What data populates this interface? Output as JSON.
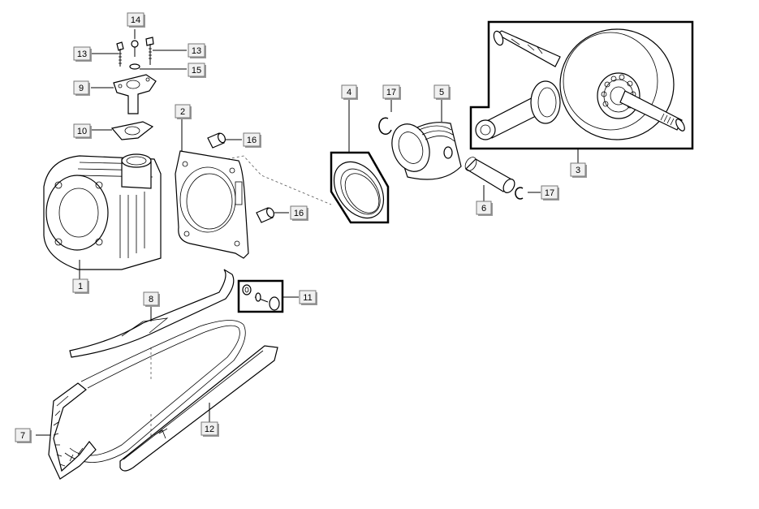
{
  "diagram": {
    "callouts": [
      {
        "id": "1",
        "label": "1"
      },
      {
        "id": "2",
        "label": "2"
      },
      {
        "id": "3",
        "label": "3"
      },
      {
        "id": "4",
        "label": "4"
      },
      {
        "id": "5",
        "label": "5"
      },
      {
        "id": "6",
        "label": "6"
      },
      {
        "id": "7",
        "label": "7"
      },
      {
        "id": "8",
        "label": "8"
      },
      {
        "id": "9",
        "label": "9"
      },
      {
        "id": "10",
        "label": "10"
      },
      {
        "id": "11",
        "label": "11"
      },
      {
        "id": "12",
        "label": "12"
      },
      {
        "id": "13a",
        "label": "13"
      },
      {
        "id": "13b",
        "label": "13"
      },
      {
        "id": "14",
        "label": "14"
      },
      {
        "id": "15",
        "label": "15"
      },
      {
        "id": "16a",
        "label": "16"
      },
      {
        "id": "16b",
        "label": "16"
      },
      {
        "id": "17a",
        "label": "17"
      },
      {
        "id": "17b",
        "label": "17"
      }
    ]
  }
}
